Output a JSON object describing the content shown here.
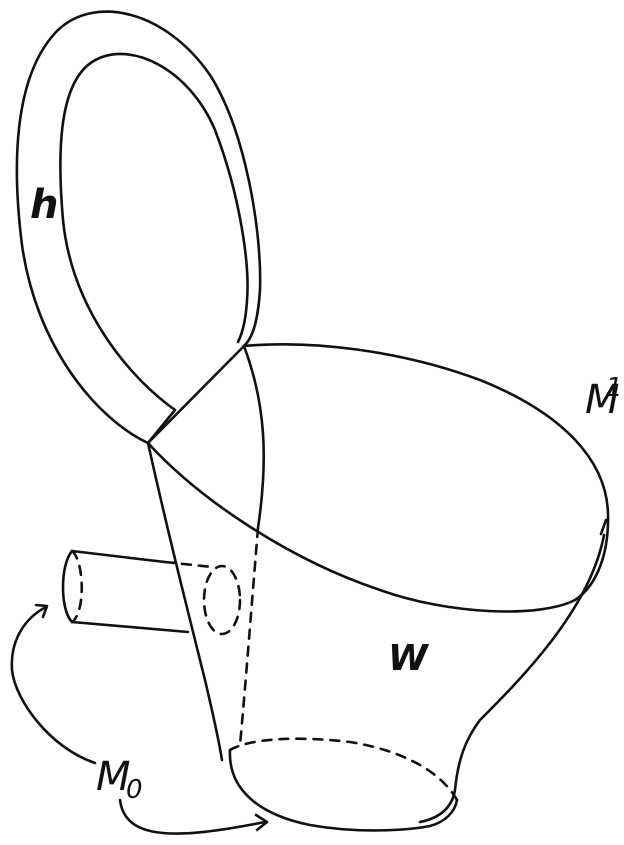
{
  "labels": {
    "handle": "h",
    "cobordism": "W",
    "top_boundary": {
      "letter": "M",
      "subscript": "1"
    },
    "bottom_boundary": {
      "letter": "M",
      "subscript": "0"
    }
  },
  "colors": {
    "ink": "#111111",
    "background": "#ffffff"
  }
}
